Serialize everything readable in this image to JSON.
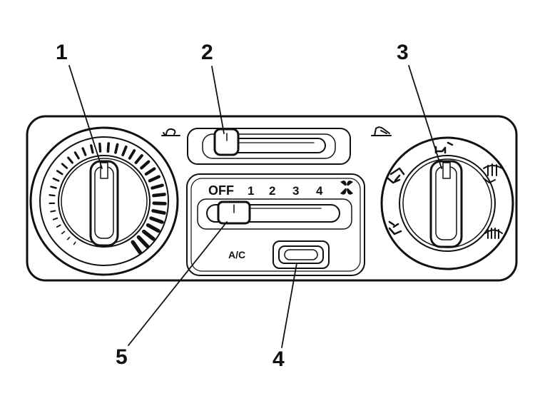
{
  "callouts": {
    "one": "1",
    "two": "2",
    "three": "3",
    "four": "4",
    "five": "5"
  },
  "fan_scale": {
    "off": "OFF",
    "s1": "1",
    "s2": "2",
    "s3": "3",
    "s4": "4"
  },
  "ac_label": "A/C",
  "icons": {
    "recirc": "recirculation-icon",
    "fresh": "fresh-air-icon",
    "fan": "fan-icon",
    "face": "vent-face-icon",
    "bilevel": "bilevel-icon",
    "floor": "floor-icon",
    "floor_defrost": "floor-defrost-icon",
    "defrost": "defrost-icon"
  },
  "colors": {
    "ink": "#111111",
    "paper": "#ffffff"
  }
}
